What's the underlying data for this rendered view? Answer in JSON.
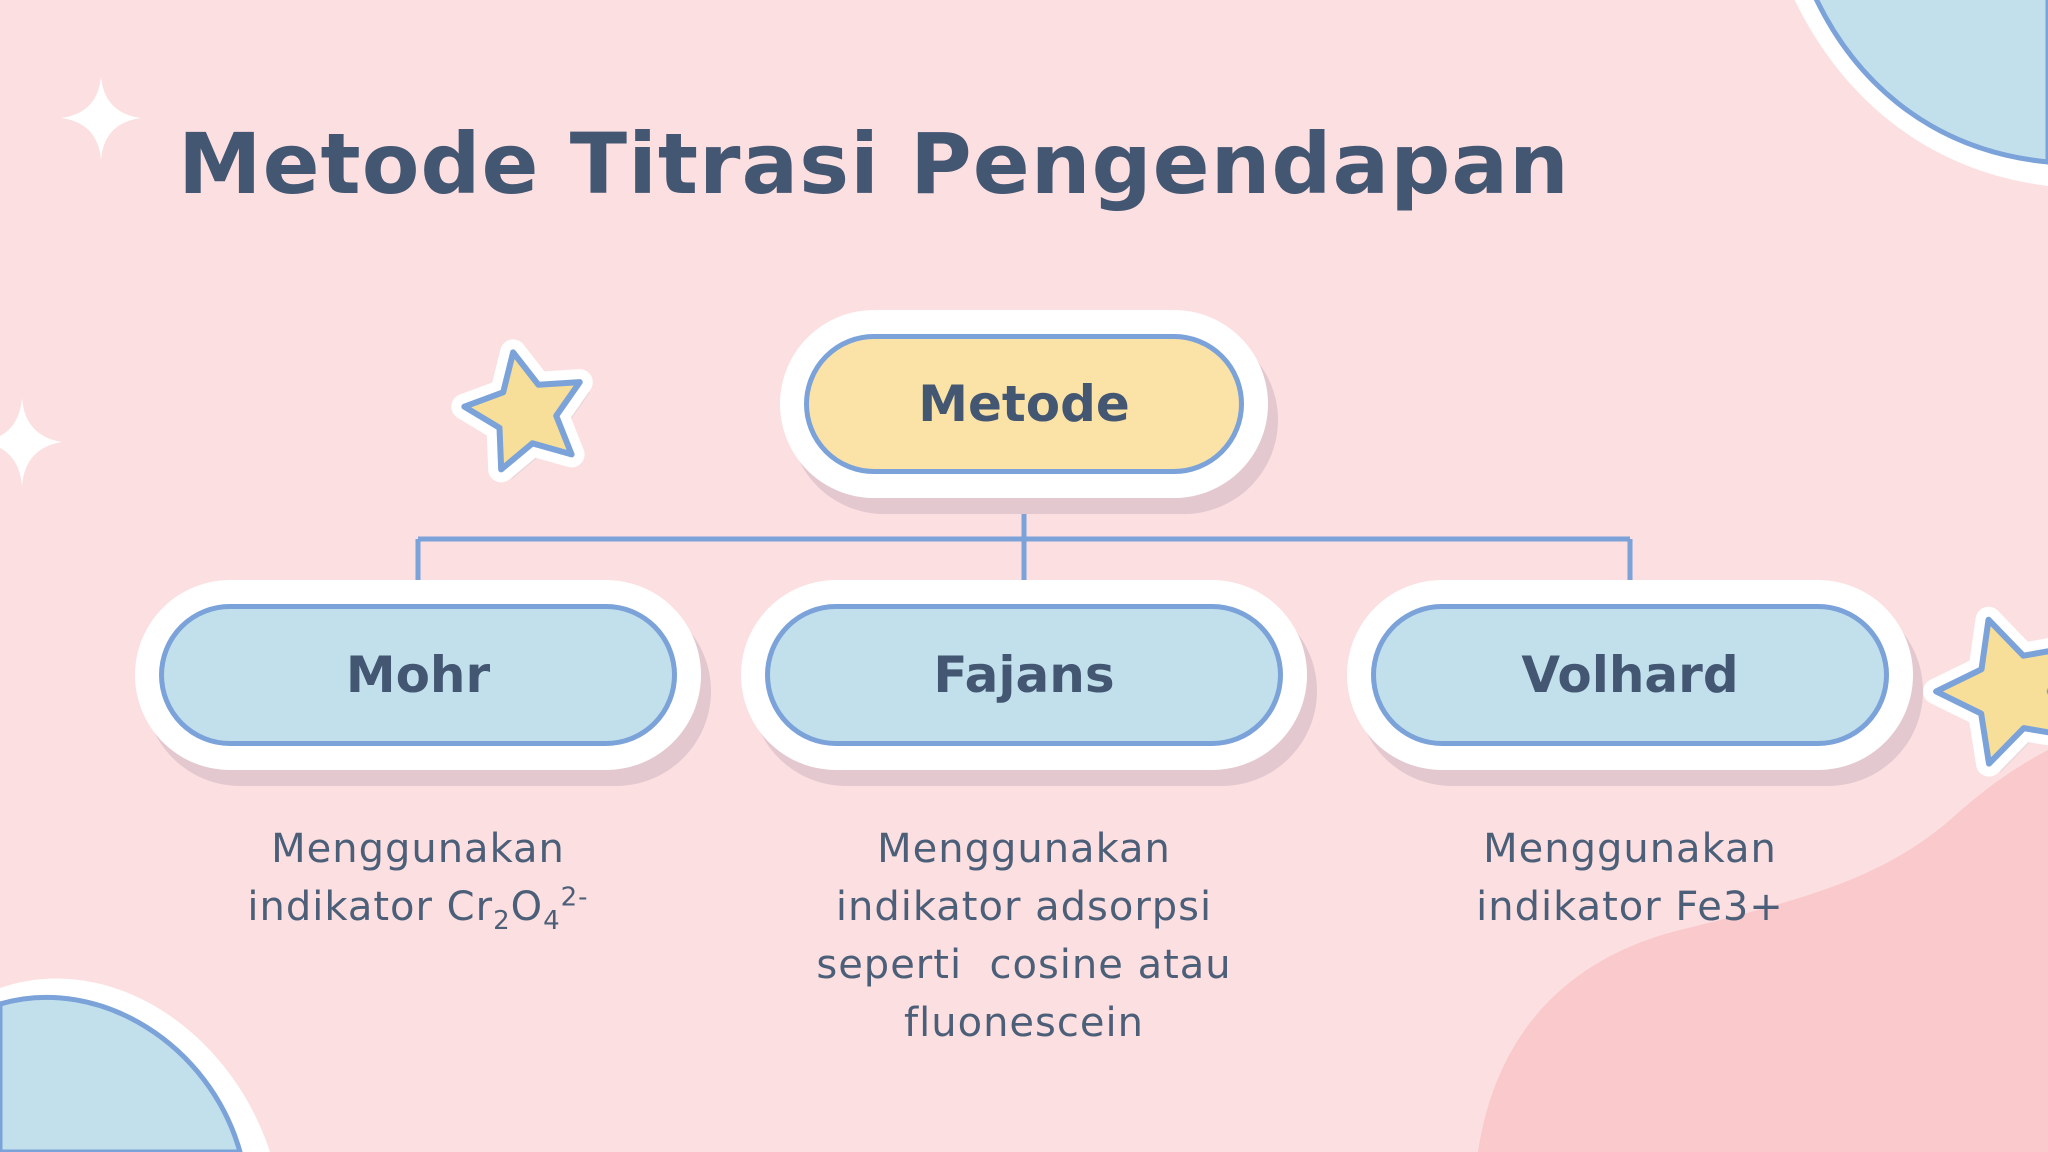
{
  "slide": {
    "title": "Metode Titrasi Pengendapan"
  },
  "diagram": {
    "root": "Metode",
    "children": [
      {
        "label": "Mohr",
        "description": {
          "line1": "Menggunakan",
          "line2_prefix": "indikator Cr",
          "sub1": "2",
          "mid": "O",
          "sub2": "4",
          "sup": "2-"
        }
      },
      {
        "label": "Fajans",
        "description": "Menggunakan\nindikator adsorpsi\nseperti  cosine atau\nfluonescein"
      },
      {
        "label": "Volhard",
        "description": "Menggunakan\nindikator Fe3+"
      }
    ]
  },
  "colors": {
    "background": "#fcdfe0",
    "root_fill": "#fbe2a7",
    "child_fill": "#c2e0eb",
    "outline": "#7ba2d9",
    "text": "#435672"
  }
}
